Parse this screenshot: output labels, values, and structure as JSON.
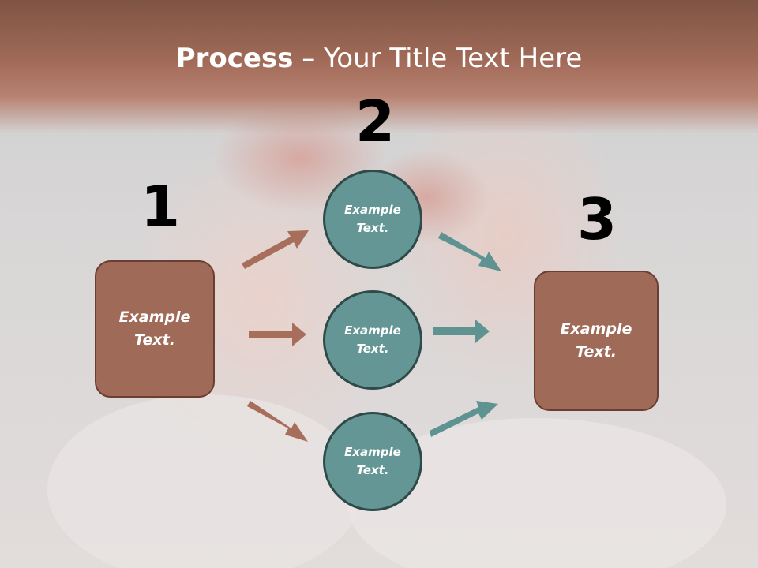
{
  "slide": {
    "title_bold": "Process",
    "title_rest": " – Your Title Text Here",
    "steps": [
      "1",
      "2",
      "3"
    ],
    "left_box": "Example\nText.",
    "right_box": "Example\nText.",
    "circles": [
      "Example\nText.",
      "Example\nText.",
      "Example\nText."
    ]
  },
  "colors": {
    "header": "#a16a58",
    "box_fill": "#a06a58",
    "circle_fill": "#639695",
    "arrow_brown": "#a86e5c",
    "arrow_teal": "#5e9392"
  }
}
